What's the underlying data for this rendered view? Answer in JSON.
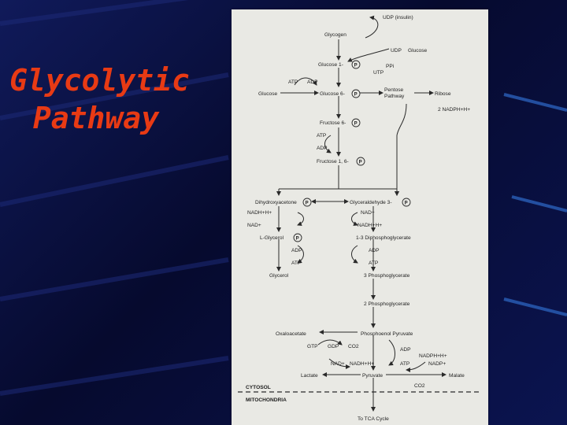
{
  "slide": {
    "title_line1": "Glycolytic",
    "title_line2": "Pathway"
  },
  "diagram": {
    "phosphate": "P",
    "glycogen": "Glycogen",
    "udp_insulin": "UDP\n(insulin)",
    "udp_glucose": "UDP",
    "udp_glucose_word": "Glucose",
    "glucose1": "Glucose 1-",
    "utp": "UTP",
    "ppi": "PPi",
    "atp_top": "ATP",
    "adp_top": "ADP",
    "glucose": "Glucose",
    "glucose6": "Glucose 6-",
    "pentose": "Pentose",
    "pathway": "Pathway",
    "ribose": "Ribose",
    "nadph2": "2 NADPH+H+",
    "fructose6": "Fructose 6-",
    "atp_f": "ATP",
    "adp_f": "ADP",
    "fructose16": "Fructose 1, 6-",
    "dhap": "Dihydroxyacetone",
    "g3p": "Glyceraldehyde 3-",
    "nadhh_left": "NADH+H+",
    "nad_left": "NAD+",
    "nad_right": "NAD+",
    "nadhh_right": "NADH+H+",
    "lglycerol": "L-Glycerol",
    "bpg": "1-3 Diphosphoglycerate",
    "adp_l": "ADP",
    "atp_l": "ATP",
    "adp_r": "ADP",
    "atp_r": "ATP",
    "glycerol": "Glycerol",
    "pg3": "3 Phosphoglycerate",
    "pg2": "2 Phosphoglycerate",
    "oxaloacetate": "Oxaloacetate",
    "pep": "Phosphoenol Pyruvate",
    "gtp": "GTP",
    "gdp": "GDP",
    "co2_a": "CO2",
    "adp_p": "ADP",
    "nadphh": "NADPH+H+",
    "nad_p": "NAD+",
    "nadhh_p": "NADH+H+",
    "atp_p": "ATP",
    "nadp": "NADP+",
    "lactate": "Lactate",
    "pyruvate": "Pyruvate",
    "malate": "Malate",
    "co2_b": "CO2",
    "cytosol": "CYTOSOL",
    "mitochondria": "MITOCHONDRIA",
    "tca": "To TCA Cycle"
  }
}
